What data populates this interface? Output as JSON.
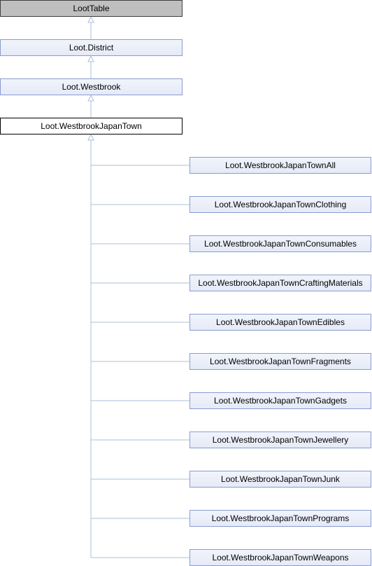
{
  "diagram": {
    "ancestors": [
      {
        "label": "LootTable",
        "role": "base-class"
      },
      {
        "label": "Loot.District",
        "role": "class"
      },
      {
        "label": "Loot.Westbrook",
        "role": "class"
      }
    ],
    "current": {
      "label": "Loot.WestbrookJapanTown",
      "role": "current-class"
    },
    "children": [
      {
        "label": "Loot.WestbrookJapanTownAll"
      },
      {
        "label": "Loot.WestbrookJapanTownClothing"
      },
      {
        "label": "Loot.WestbrookJapanTownConsumables"
      },
      {
        "label": "Loot.WestbrookJapanTownCraftingMaterials"
      },
      {
        "label": "Loot.WestbrookJapanTownEdibles"
      },
      {
        "label": "Loot.WestbrookJapanTownFragments"
      },
      {
        "label": "Loot.WestbrookJapanTownGadgets"
      },
      {
        "label": "Loot.WestbrookJapanTownJewellery"
      },
      {
        "label": "Loot.WestbrookJapanTownJunk"
      },
      {
        "label": "Loot.WestbrookJapanTownPrograms"
      },
      {
        "label": "Loot.WestbrookJapanTownWeapons"
      }
    ],
    "colors": {
      "edge": "#a9c0d9",
      "base_fill": "#bfbfbf",
      "node_fill": "#e8ecf8",
      "node_border": "#8a9ccf",
      "current_border": "#000000"
    }
  }
}
